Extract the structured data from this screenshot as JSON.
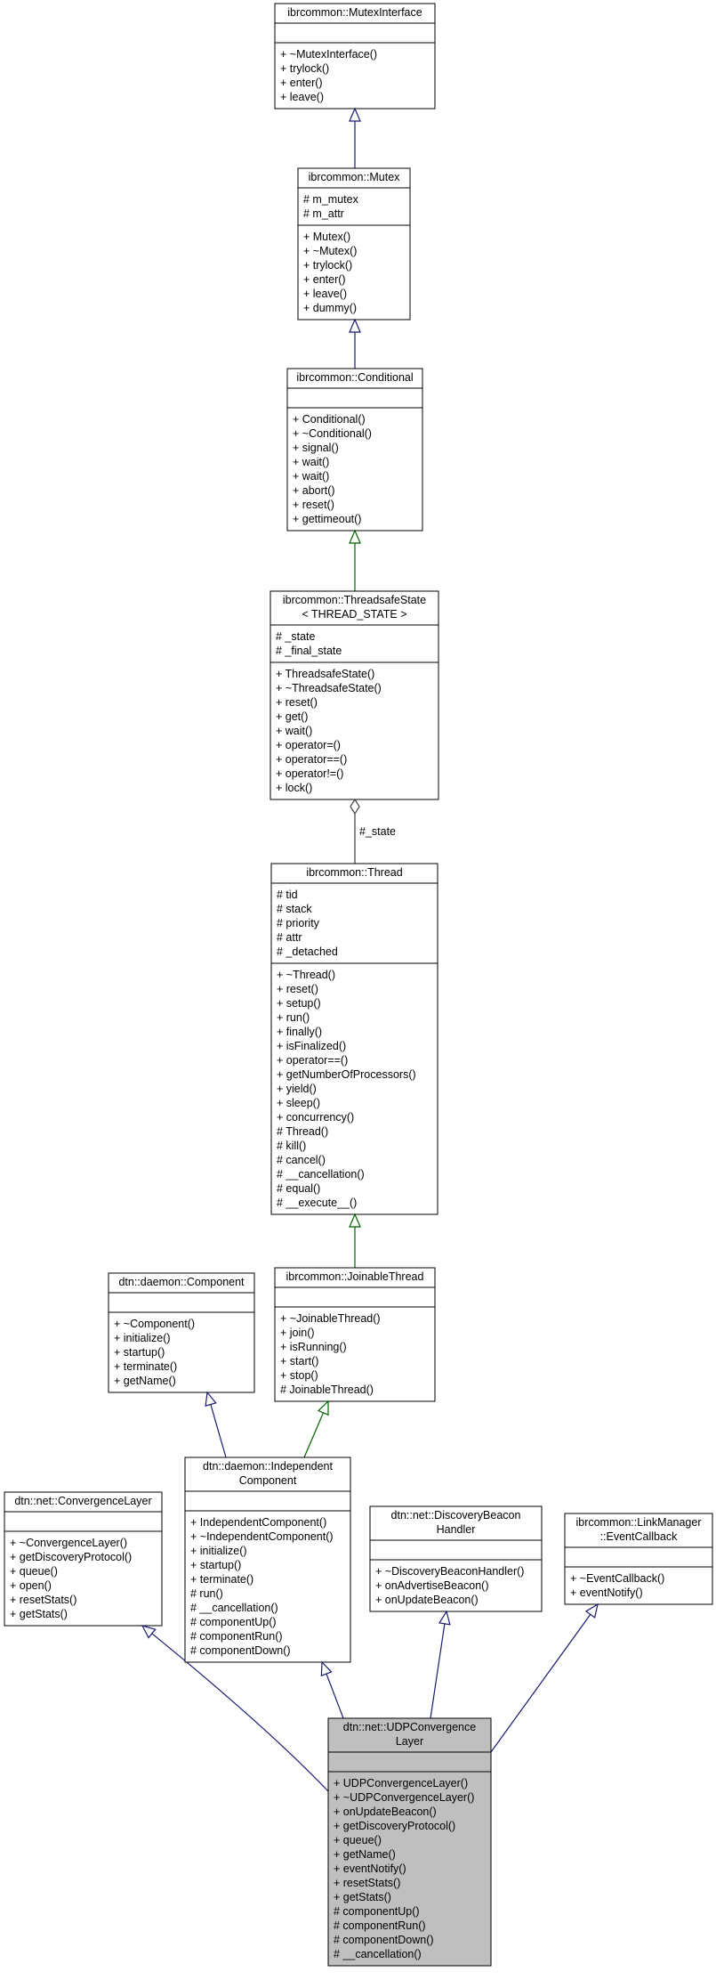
{
  "colors": {
    "background": "#ffffff",
    "box_border": "#000000",
    "box_fill": "#ffffff",
    "highlight_fill": "#bfbfbf",
    "inheritance_public": "#191970",
    "inheritance_protected": "#006400",
    "association": "#404040"
  },
  "classes": [
    {
      "id": "mutexinterface",
      "title": [
        "ibrcommon::MutexInterface"
      ],
      "attributes": [],
      "methods": [
        "+ ~MutexInterface()",
        "+ trylock()",
        "+ enter()",
        "+ leave()"
      ]
    },
    {
      "id": "mutex",
      "title": [
        "ibrcommon::Mutex"
      ],
      "attributes": [
        "# m_mutex",
        "# m_attr"
      ],
      "methods": [
        "+ Mutex()",
        "+ ~Mutex()",
        "+ trylock()",
        "+ enter()",
        "+ leave()",
        "+ dummy()"
      ]
    },
    {
      "id": "conditional",
      "title": [
        "ibrcommon::Conditional"
      ],
      "attributes": [],
      "methods": [
        "+ Conditional()",
        "+ ~Conditional()",
        "+ signal()",
        "+ wait()",
        "+ wait()",
        "+ abort()",
        "+ reset()",
        "+ gettimeout()"
      ]
    },
    {
      "id": "threadsafestate",
      "title": [
        "ibrcommon::ThreadsafeState",
        "< THREAD_STATE >"
      ],
      "attributes": [
        "# _state",
        "# _final_state"
      ],
      "methods": [
        "+ ThreadsafeState()",
        "+ ~ThreadsafeState()",
        "+ reset()",
        "+ get()",
        "+ wait()",
        "+ operator=()",
        "+ operator==()",
        "+ operator!=()",
        "+ lock()"
      ]
    },
    {
      "id": "thread",
      "title": [
        "ibrcommon::Thread"
      ],
      "attributes": [
        "# tid",
        "# stack",
        "# priority",
        "# attr",
        "# _detached"
      ],
      "methods": [
        "+ ~Thread()",
        "+ reset()",
        "+ setup()",
        "+ run()",
        "+ finally()",
        "+ isFinalized()",
        "+ operator==()",
        "+ getNumberOfProcessors()",
        "+ yield()",
        "+ sleep()",
        "+ concurrency()",
        "# Thread()",
        "# kill()",
        "# cancel()",
        "# __cancellation()",
        "# equal()",
        "# __execute__()"
      ]
    },
    {
      "id": "component",
      "title": [
        "dtn::daemon::Component"
      ],
      "attributes": [],
      "methods": [
        "+ ~Component()",
        "+ initialize()",
        "+ startup()",
        "+ terminate()",
        "+ getName()"
      ]
    },
    {
      "id": "joinablethread",
      "title": [
        "ibrcommon::JoinableThread"
      ],
      "attributes": [],
      "methods": [
        "+ ~JoinableThread()",
        "+ join()",
        "+ isRunning()",
        "+ start()",
        "+ stop()",
        "# JoinableThread()"
      ]
    },
    {
      "id": "convergencelayer",
      "title": [
        "dtn::net::ConvergenceLayer"
      ],
      "attributes": [],
      "methods": [
        "+ ~ConvergenceLayer()",
        "+ getDiscoveryProtocol()",
        "+ queue()",
        "+ open()",
        "+ resetStats()",
        "+ getStats()"
      ]
    },
    {
      "id": "independentcomponent",
      "title": [
        "dtn::daemon::Independent",
        "Component"
      ],
      "attributes": [],
      "methods": [
        "+ IndependentComponent()",
        "+ ~IndependentComponent()",
        "+ initialize()",
        "+ startup()",
        "+ terminate()",
        "# run()",
        "# __cancellation()",
        "# componentUp()",
        "# componentRun()",
        "# componentDown()"
      ]
    },
    {
      "id": "discoverybeaconhandler",
      "title": [
        "dtn::net::DiscoveryBeacon",
        "Handler"
      ],
      "attributes": [],
      "methods": [
        "+ ~DiscoveryBeaconHandler()",
        "+ onAdvertiseBeacon()",
        "+ onUpdateBeacon()"
      ]
    },
    {
      "id": "eventcallback",
      "title": [
        "ibrcommon::LinkManager",
        "::EventCallback"
      ],
      "attributes": [],
      "methods": [
        "+ ~EventCallback()",
        "+ eventNotify()"
      ]
    },
    {
      "id": "udpconvergencelayer",
      "title": [
        "dtn::net::UDPConvergence",
        "Layer"
      ],
      "attributes": [],
      "methods": [
        "+ UDPConvergenceLayer()",
        "+ ~UDPConvergenceLayer()",
        "+ onUpdateBeacon()",
        "+ getDiscoveryProtocol()",
        "+ queue()",
        "+ getName()",
        "+ eventNotify()",
        "+ resetStats()",
        "+ getStats()",
        "# componentUp()",
        "# componentRun()",
        "# componentDown()",
        "# __cancellation()"
      ],
      "highlighted": true
    }
  ],
  "relations": [
    {
      "from": "mutex",
      "to": "mutexinterface",
      "kind": "public"
    },
    {
      "from": "conditional",
      "to": "mutex",
      "kind": "public"
    },
    {
      "from": "threadsafestate",
      "to": "conditional",
      "kind": "protected"
    },
    {
      "from": "thread",
      "to": "threadsafestate",
      "kind": "association",
      "label": "#_state"
    },
    {
      "from": "joinablethread",
      "to": "thread",
      "kind": "protected"
    },
    {
      "from": "independentcomponent",
      "to": "component",
      "kind": "public"
    },
    {
      "from": "independentcomponent",
      "to": "joinablethread",
      "kind": "protected"
    },
    {
      "from": "udpconvergencelayer",
      "to": "convergencelayer",
      "kind": "public"
    },
    {
      "from": "udpconvergencelayer",
      "to": "independentcomponent",
      "kind": "public"
    },
    {
      "from": "udpconvergencelayer",
      "to": "discoverybeaconhandler",
      "kind": "public"
    },
    {
      "from": "udpconvergencelayer",
      "to": "eventcallback",
      "kind": "public"
    }
  ]
}
